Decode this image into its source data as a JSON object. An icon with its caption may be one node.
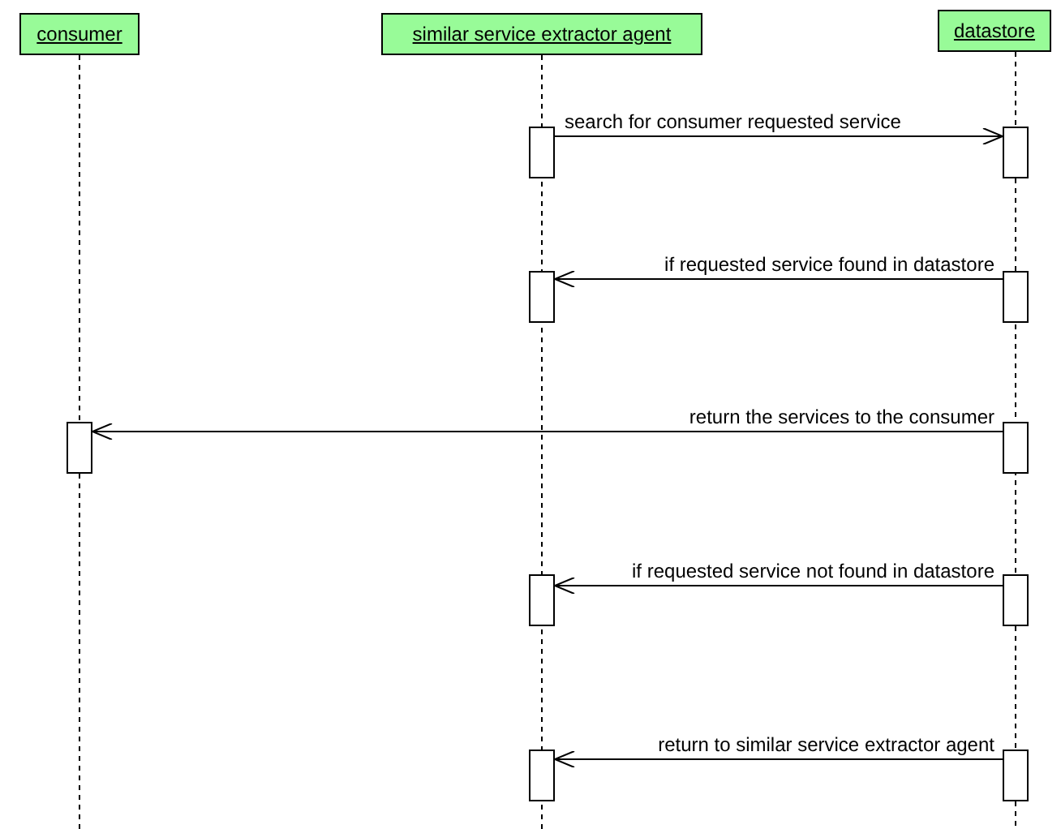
{
  "diagram": {
    "nodes": [
      {
        "text": [
          "consumer"
        ]
      },
      {
        "text": [
          "similar service extractor agent"
        ]
      },
      {
        "text": [
          "datastore"
        ]
      },
      {
        "text": [],
        "shape": "bar"
      },
      {
        "text": [],
        "shape": "bar"
      },
      {
        "text": [],
        "shape": "bar"
      },
      {
        "text": [],
        "shape": "bar"
      },
      {
        "text": [],
        "shape": "bar"
      },
      {
        "text": [],
        "shape": "bar"
      },
      {
        "text": [],
        "shape": "bar"
      },
      {
        "text": [],
        "shape": "bar"
      },
      {
        "text": [],
        "shape": "bar"
      },
      {
        "text": [],
        "shape": "bar"
      }
    ],
    "edges": [
      {
        "from": 3,
        "to": 4,
        "arrow": "to",
        "label": "search for consumer requested service"
      },
      {
        "from": 6,
        "to": 5,
        "arrow": "to",
        "label": "if requested service found in datastore"
      },
      {
        "from": 8,
        "to": 7,
        "arrow": "to",
        "label": "return the services to the consumer"
      },
      {
        "from": 10,
        "to": 9,
        "arrow": "to",
        "label": "if requested service not found in datastore"
      },
      {
        "from": 12,
        "to": 11,
        "arrow": "to",
        "label": "return to similar service extractor agent"
      }
    ]
  }
}
